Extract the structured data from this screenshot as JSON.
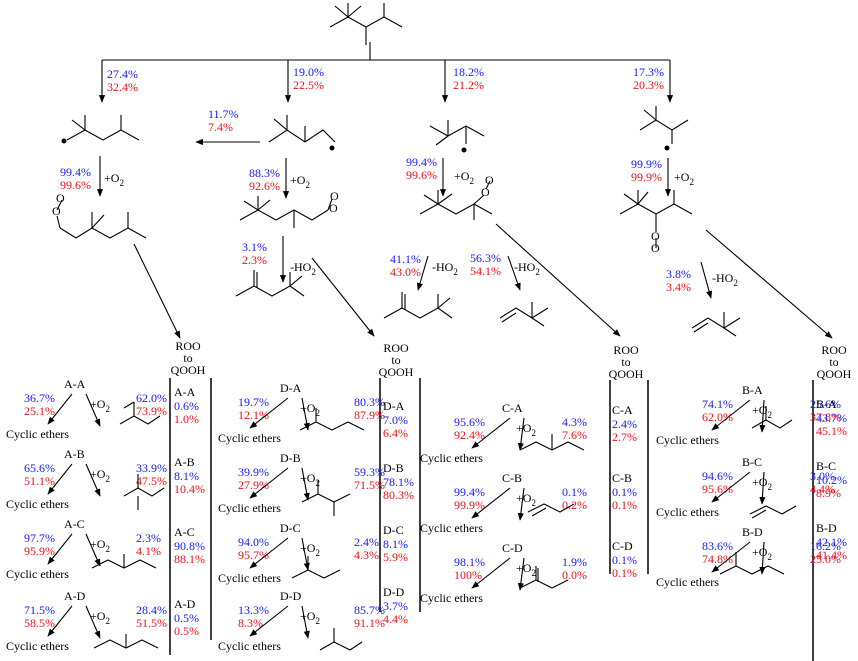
{
  "top_branches": [
    {
      "blue": "27.4%",
      "red": "32.4%"
    },
    {
      "blue": "19.0%",
      "red": "22.5%"
    },
    {
      "blue": "18.2%",
      "red": "21.2%"
    },
    {
      "blue": "17.3%",
      "red": "20.3%"
    }
  ],
  "side_branch": {
    "blue": "11.7%",
    "red": "7.4%"
  },
  "o2_steps": [
    {
      "blue": "99.4%",
      "red": "99.6%"
    },
    {
      "blue": "88.3%",
      "red": "92.6%"
    },
    {
      "blue": "99.4%",
      "red": "99.6%"
    },
    {
      "blue": "99.9%",
      "red": "99.9%"
    }
  ],
  "o2_label": "+O",
  "o2_sub": "2",
  "ho2_label": "-HO",
  "ho2_sub": "2",
  "ho2_steps": [
    {
      "blue": "3.1%",
      "red": "2.3%"
    },
    {
      "blue": "41.1%",
      "red": "43.0%"
    },
    {
      "blue": "56.3%",
      "red": "54.1%"
    },
    {
      "blue": "3.8%",
      "red": "3.4%"
    }
  ],
  "roo_label": [
    "ROO",
    "to",
    "QOOH"
  ],
  "cyclic": "Cyclic ethers",
  "panels": [
    {
      "rows": [
        {
          "name": "A-A",
          "l1": "36.7%",
          "l2": "25.1%",
          "r1": "62.0%",
          "r2": "73.9%"
        },
        {
          "name": "A-B",
          "l1": "65.6%",
          "l2": "51.1%",
          "r1": "33.9%",
          "r2": "47.5%"
        },
        {
          "name": "A-C",
          "l1": "97.7%",
          "l2": "95.9%",
          "r1": "2.3%",
          "r2": "4.1%"
        },
        {
          "name": "A-D",
          "l1": "71.5%",
          "l2": "58.5%",
          "r1": "28.4%",
          "r2": "51.5%"
        }
      ],
      "table": [
        {
          "name": "A-A",
          "b": "0.6%",
          "r": "1.0%"
        },
        {
          "name": "A-B",
          "b": "8.1%",
          "r": "10.4%"
        },
        {
          "name": "A-C",
          "b": "90.8%",
          "r": "88.1%"
        },
        {
          "name": "A-D",
          "b": "0.5%",
          "r": "0.5%"
        }
      ]
    },
    {
      "rows": [
        {
          "name": "D-A",
          "l1": "19.7%",
          "l2": "12.1%",
          "r1": "80.3%",
          "r2": "87.9%"
        },
        {
          "name": "D-B",
          "l1": "39.9%",
          "l2": "27.9%",
          "r1": "59.3%",
          "r2": "71.5%"
        },
        {
          "name": "D-C",
          "l1": "94.0%",
          "l2": "95.7%",
          "r1": "2.4%",
          "r2": "4.3%"
        },
        {
          "name": "D-D",
          "l1": "13.3%",
          "l2": "8.3%",
          "r1": "85.7%",
          "r2": "91.1%"
        }
      ],
      "table": [
        {
          "name": "D-A",
          "b": "7.0%",
          "r": "6.4%"
        },
        {
          "name": "D-B",
          "b": "78.1%",
          "r": "80.3%"
        },
        {
          "name": "D-C",
          "b": "8.1%",
          "r": "5.9%"
        },
        {
          "name": "D-D",
          "b": "3.7%",
          "r": "4.4%"
        }
      ]
    },
    {
      "rows": [
        {
          "name": "C-A",
          "l1": "95.6%",
          "l2": "92.4%",
          "r1": "4.3%",
          "r2": "7.6%"
        },
        {
          "name": "C-B",
          "l1": "99.4%",
          "l2": "99.9%",
          "r1": "0.1%",
          "r2": "0.2%"
        },
        {
          "name": "C-D",
          "l1": "98.1%",
          "l2": "100%",
          "r1": "1.9%",
          "r2": "0.0%"
        }
      ],
      "table": [
        {
          "name": "C-A",
          "b": "2.4%",
          "r": "2.7%"
        },
        {
          "name": "C-B",
          "b": "0.1%",
          "r": "0.1%"
        },
        {
          "name": "C-D",
          "b": "0.1%",
          "r": "0.1%"
        }
      ]
    },
    {
      "rows": [
        {
          "name": "B-A",
          "l1": "74.1%",
          "l2": "62.0%",
          "r1": "25.6%",
          "r2": "37.8%"
        },
        {
          "name": "B-C",
          "l1": "94.6%",
          "l2": "95.6%",
          "r1": "3.0%",
          "r2": "4.4%"
        },
        {
          "name": "B-D",
          "l1": "83.6%",
          "l2": "74.8%",
          "r1": "16.2%",
          "r2": "25.0%"
        }
      ],
      "table": [
        {
          "name": "B-A",
          "b": "43.7%",
          "r": "45.1%"
        },
        {
          "name": "B-C",
          "b": "10.2%",
          "r": "8.9%"
        },
        {
          "name": "B-D",
          "b": "42.1%",
          "r": "41.4%"
        }
      ]
    }
  ]
}
